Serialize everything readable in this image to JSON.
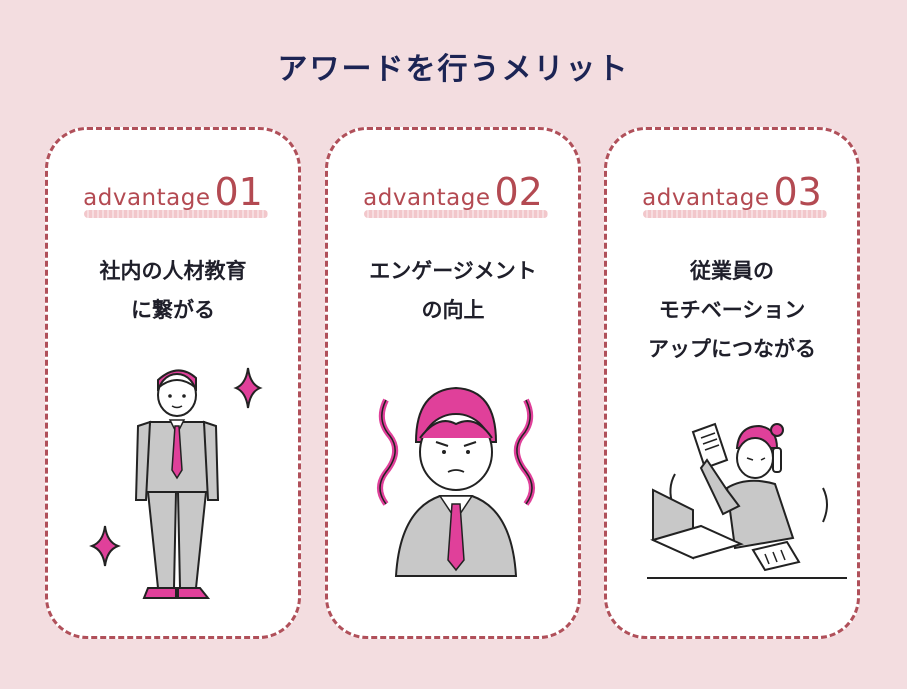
{
  "page": {
    "title": "アワードを行うメリット"
  },
  "cards": [
    {
      "advantage_word": "advantage",
      "advantage_number": "01",
      "heading_lines": [
        "社内の人材教育",
        "に繋がる"
      ]
    },
    {
      "advantage_word": "advantage",
      "advantage_number": "02",
      "heading_lines": [
        "エンゲージメント",
        "の向上"
      ]
    },
    {
      "advantage_word": "advantage",
      "advantage_number": "03",
      "heading_lines": [
        "従業員の",
        "モチベーション",
        "アップにつながる"
      ]
    }
  ],
  "colors": {
    "background": "#f3dde0",
    "card_border": "#b0505a",
    "accent_magenta": "#e0409a",
    "title_navy": "#1c2454",
    "suit_gray": "#c8c8c8"
  },
  "icons": [
    "sparkle-icon",
    "wavy-energy-icon",
    "document-icon",
    "laptop-icon",
    "phone-icon"
  ]
}
